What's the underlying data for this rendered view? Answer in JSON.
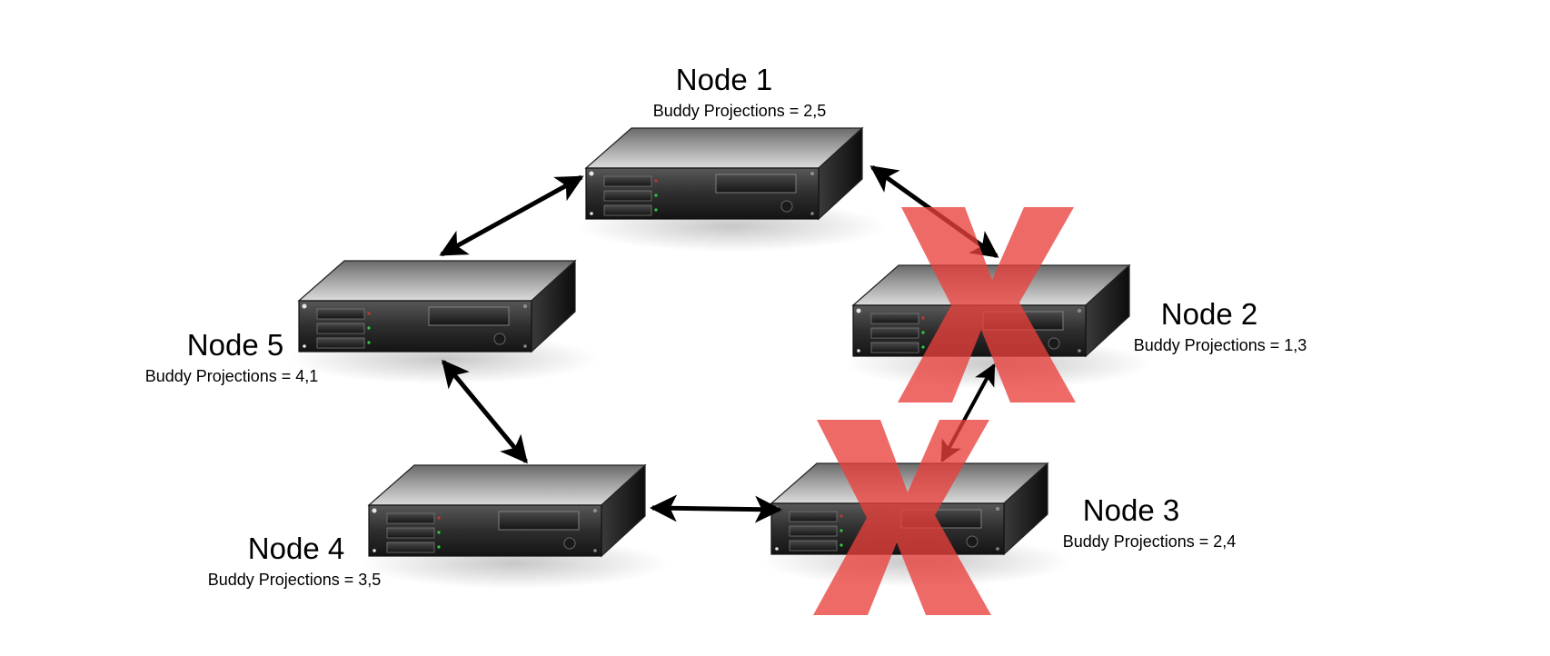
{
  "nodes": [
    {
      "id": "1",
      "title": "Node 1",
      "buddies": "Buddy Projections = 2,5",
      "failed": false
    },
    {
      "id": "2",
      "title": "Node 2",
      "buddies": "Buddy Projections = 1,3",
      "failed": true
    },
    {
      "id": "3",
      "title": "Node 3",
      "buddies": "Buddy Projections = 2,4",
      "failed": true
    },
    {
      "id": "4",
      "title": "Node 4",
      "buddies": "Buddy Projections = 3,5",
      "failed": false
    },
    {
      "id": "5",
      "title": "Node 5",
      "buddies": "Buddy Projections = 4,1",
      "failed": false
    }
  ],
  "links": [
    {
      "from": "1",
      "to": "5"
    },
    {
      "from": "1",
      "to": "2"
    },
    {
      "from": "2",
      "to": "3"
    },
    {
      "from": "3",
      "to": "4"
    },
    {
      "from": "4",
      "to": "5"
    }
  ],
  "colors": {
    "failure_mark": "#e8403c",
    "arrow": "#000000",
    "server_body": "#2a2a2a"
  },
  "icons": {
    "server": "server-rack-icon",
    "failure": "cross-x-icon"
  }
}
